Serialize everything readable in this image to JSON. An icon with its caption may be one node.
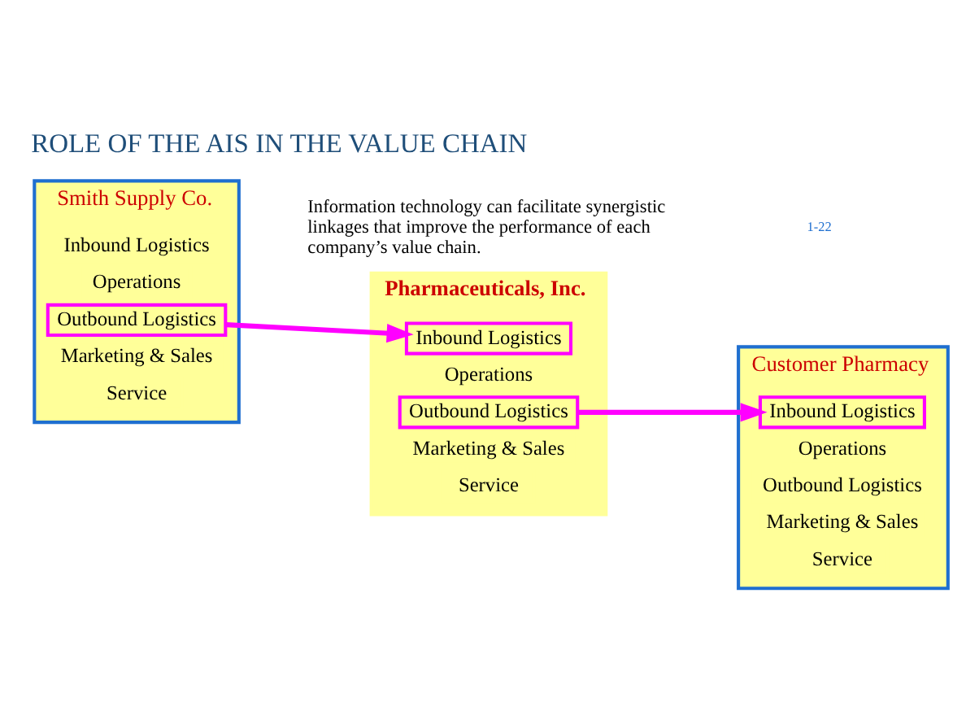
{
  "diagram": {
    "title": "ROLE OF THE AIS IN THE VALUE CHAIN",
    "nodes": [
      {
        "text": [
          "Smith Supply Co."
        ]
      },
      {
        "text": [
          "Inbound Logistics"
        ],
        "in": 0
      },
      {
        "text": [
          "Operations"
        ],
        "in": 0
      },
      {
        "text": [
          "Outbound Logistics"
        ],
        "in": 0
      },
      {
        "text": [
          "Marketing & Sales"
        ],
        "in": 0
      },
      {
        "text": [
          "Service"
        ],
        "in": 0
      },
      {
        "text": [
          "Pharmaceuticals, Inc."
        ]
      },
      {
        "text": [
          "Inbound Logistics"
        ],
        "in": 6
      },
      {
        "text": [
          "Operations"
        ],
        "in": 6
      },
      {
        "text": [
          "Outbound Logistics"
        ],
        "in": 6
      },
      {
        "text": [
          "Marketing & Sales"
        ],
        "in": 6
      },
      {
        "text": [
          "Service"
        ],
        "in": 6
      },
      {
        "text": [
          "Customer Pharmacy"
        ]
      },
      {
        "text": [
          "Inbound Logistics"
        ],
        "in": 12
      },
      {
        "text": [
          "Operations"
        ],
        "in": 12
      },
      {
        "text": [
          "Outbound Logistics"
        ],
        "in": 12
      },
      {
        "text": [
          "Marketing & Sales"
        ],
        "in": 12
      },
      {
        "text": [
          "Service"
        ],
        "in": 12
      }
    ],
    "edges": [
      {
        "from": 3,
        "to": 7,
        "arrow": "to"
      },
      {
        "from": 9,
        "to": 13,
        "arrow": "to"
      }
    ],
    "labels": [
      "Information technology can facilitate synergistic linkages that improve the performance of each company’s value chain.",
      "1-22"
    ]
  }
}
